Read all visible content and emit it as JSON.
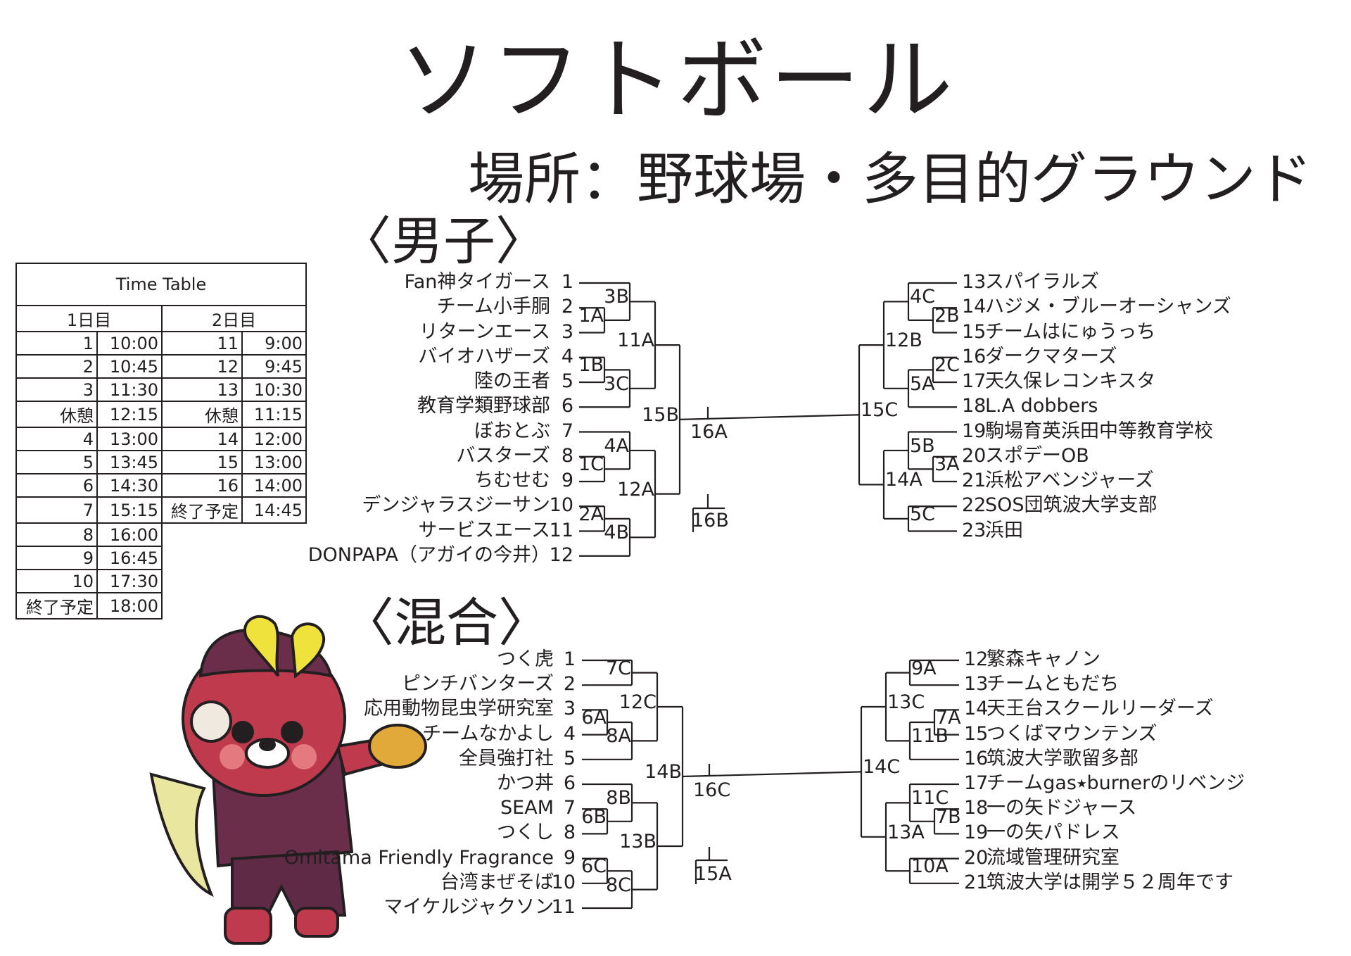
{
  "title": "ソフトボール",
  "venue": "場所：野球場・多目的グラウンド",
  "timetable": {
    "title": "Time Table",
    "day1_label": "1日目",
    "day2_label": "2日目",
    "day1": [
      [
        "1",
        "10:00"
      ],
      [
        "2",
        "10:45"
      ],
      [
        "3",
        "11:30"
      ],
      [
        "休憩",
        "12:15"
      ],
      [
        "4",
        "13:00"
      ],
      [
        "5",
        "13:45"
      ],
      [
        "6",
        "14:30"
      ],
      [
        "7",
        "15:15"
      ],
      [
        "8",
        "16:00"
      ],
      [
        "9",
        "16:45"
      ],
      [
        "10",
        "17:30"
      ],
      [
        "終了予定",
        "18:00"
      ]
    ],
    "day2": [
      [
        "11",
        "9:00"
      ],
      [
        "12",
        "9:45"
      ],
      [
        "13",
        "10:30"
      ],
      [
        "休憩",
        "11:15"
      ],
      [
        "14",
        "12:00"
      ],
      [
        "15",
        "13:00"
      ],
      [
        "16",
        "14:00"
      ],
      [
        "終了予定",
        "14:45"
      ]
    ]
  },
  "men": {
    "heading": "〈男子〉",
    "left_teams": [
      [
        "Fan神タイガース",
        "1"
      ],
      [
        "チーム小手胴",
        "2"
      ],
      [
        "リターンエース",
        "3"
      ],
      [
        "バイオハザーズ",
        "4"
      ],
      [
        "陸の王者",
        "5"
      ],
      [
        "教育学類野球部",
        "6"
      ],
      [
        "ぼおとぶ",
        "7"
      ],
      [
        "バスターズ",
        "8"
      ],
      [
        "ちむせむ",
        "9"
      ],
      [
        "デンジャラスジーサン",
        "10"
      ],
      [
        "サービスエース",
        "11"
      ],
      [
        "DONPAPA（アガイの今井）",
        "12"
      ]
    ],
    "right_teams": [
      [
        "13",
        "スパイラルズ"
      ],
      [
        "14",
        "ハジメ・ブルーオーシャンズ"
      ],
      [
        "15",
        "チームはにゅうっち"
      ],
      [
        "16",
        "ダークマターズ"
      ],
      [
        "17",
        "天久保レコンキスタ"
      ],
      [
        "18",
        "L.A dobbers"
      ],
      [
        "19",
        "駒場育英浜田中等教育学校"
      ],
      [
        "20",
        "スポデーOB"
      ],
      [
        "21",
        "浜松アベンジャーズ"
      ],
      [
        "22",
        "SOS団筑波大学支部"
      ],
      [
        "23",
        "浜田"
      ]
    ],
    "matches": [
      "1A",
      "1B",
      "1C",
      "2A",
      "3B",
      "3C",
      "4A",
      "4B",
      "11A",
      "12A",
      "15B",
      "2B",
      "2C",
      "3A",
      "4C",
      "5A",
      "5B",
      "5C",
      "12B",
      "14A",
      "15C",
      "16A",
      "16B"
    ]
  },
  "mixed": {
    "heading": "〈混合〉",
    "left_teams": [
      [
        "つく虎",
        "1"
      ],
      [
        "ピンチバンターズ",
        "2"
      ],
      [
        "応用動物昆虫学研究室",
        "3"
      ],
      [
        "チームなかよし",
        "4"
      ],
      [
        "全員強打社",
        "5"
      ],
      [
        "かつ丼",
        "6"
      ],
      [
        "SEAM",
        "7"
      ],
      [
        "つくし",
        "8"
      ],
      [
        "Omitama Friendly Fragrance",
        "9"
      ],
      [
        "台湾まぜそば",
        "10"
      ],
      [
        "マイケルジャクソン",
        "11"
      ]
    ],
    "right_teams": [
      [
        "12",
        "繁森キャノン"
      ],
      [
        "13",
        "チームともだち"
      ],
      [
        "14",
        "天王台スクールリーダーズ"
      ],
      [
        "15",
        "つくばマウンテンズ"
      ],
      [
        "16",
        "筑波大学歌留多部"
      ],
      [
        "17",
        "チームgas⭑burnerのリベンジ"
      ],
      [
        "18",
        "一の矢ドジャース"
      ],
      [
        "19",
        "一の矢パドレス"
      ],
      [
        "20",
        "流域管理研究室"
      ],
      [
        "21",
        "筑波大学は開学５２周年です"
      ]
    ],
    "matches": [
      "6A",
      "6B",
      "6C",
      "7C",
      "8A",
      "8B",
      "8C",
      "12C",
      "13B",
      "14B",
      "7A",
      "7B",
      "9A",
      "10A",
      "11B",
      "11C",
      "13C",
      "13A",
      "14C",
      "16C",
      "15A"
    ]
  }
}
